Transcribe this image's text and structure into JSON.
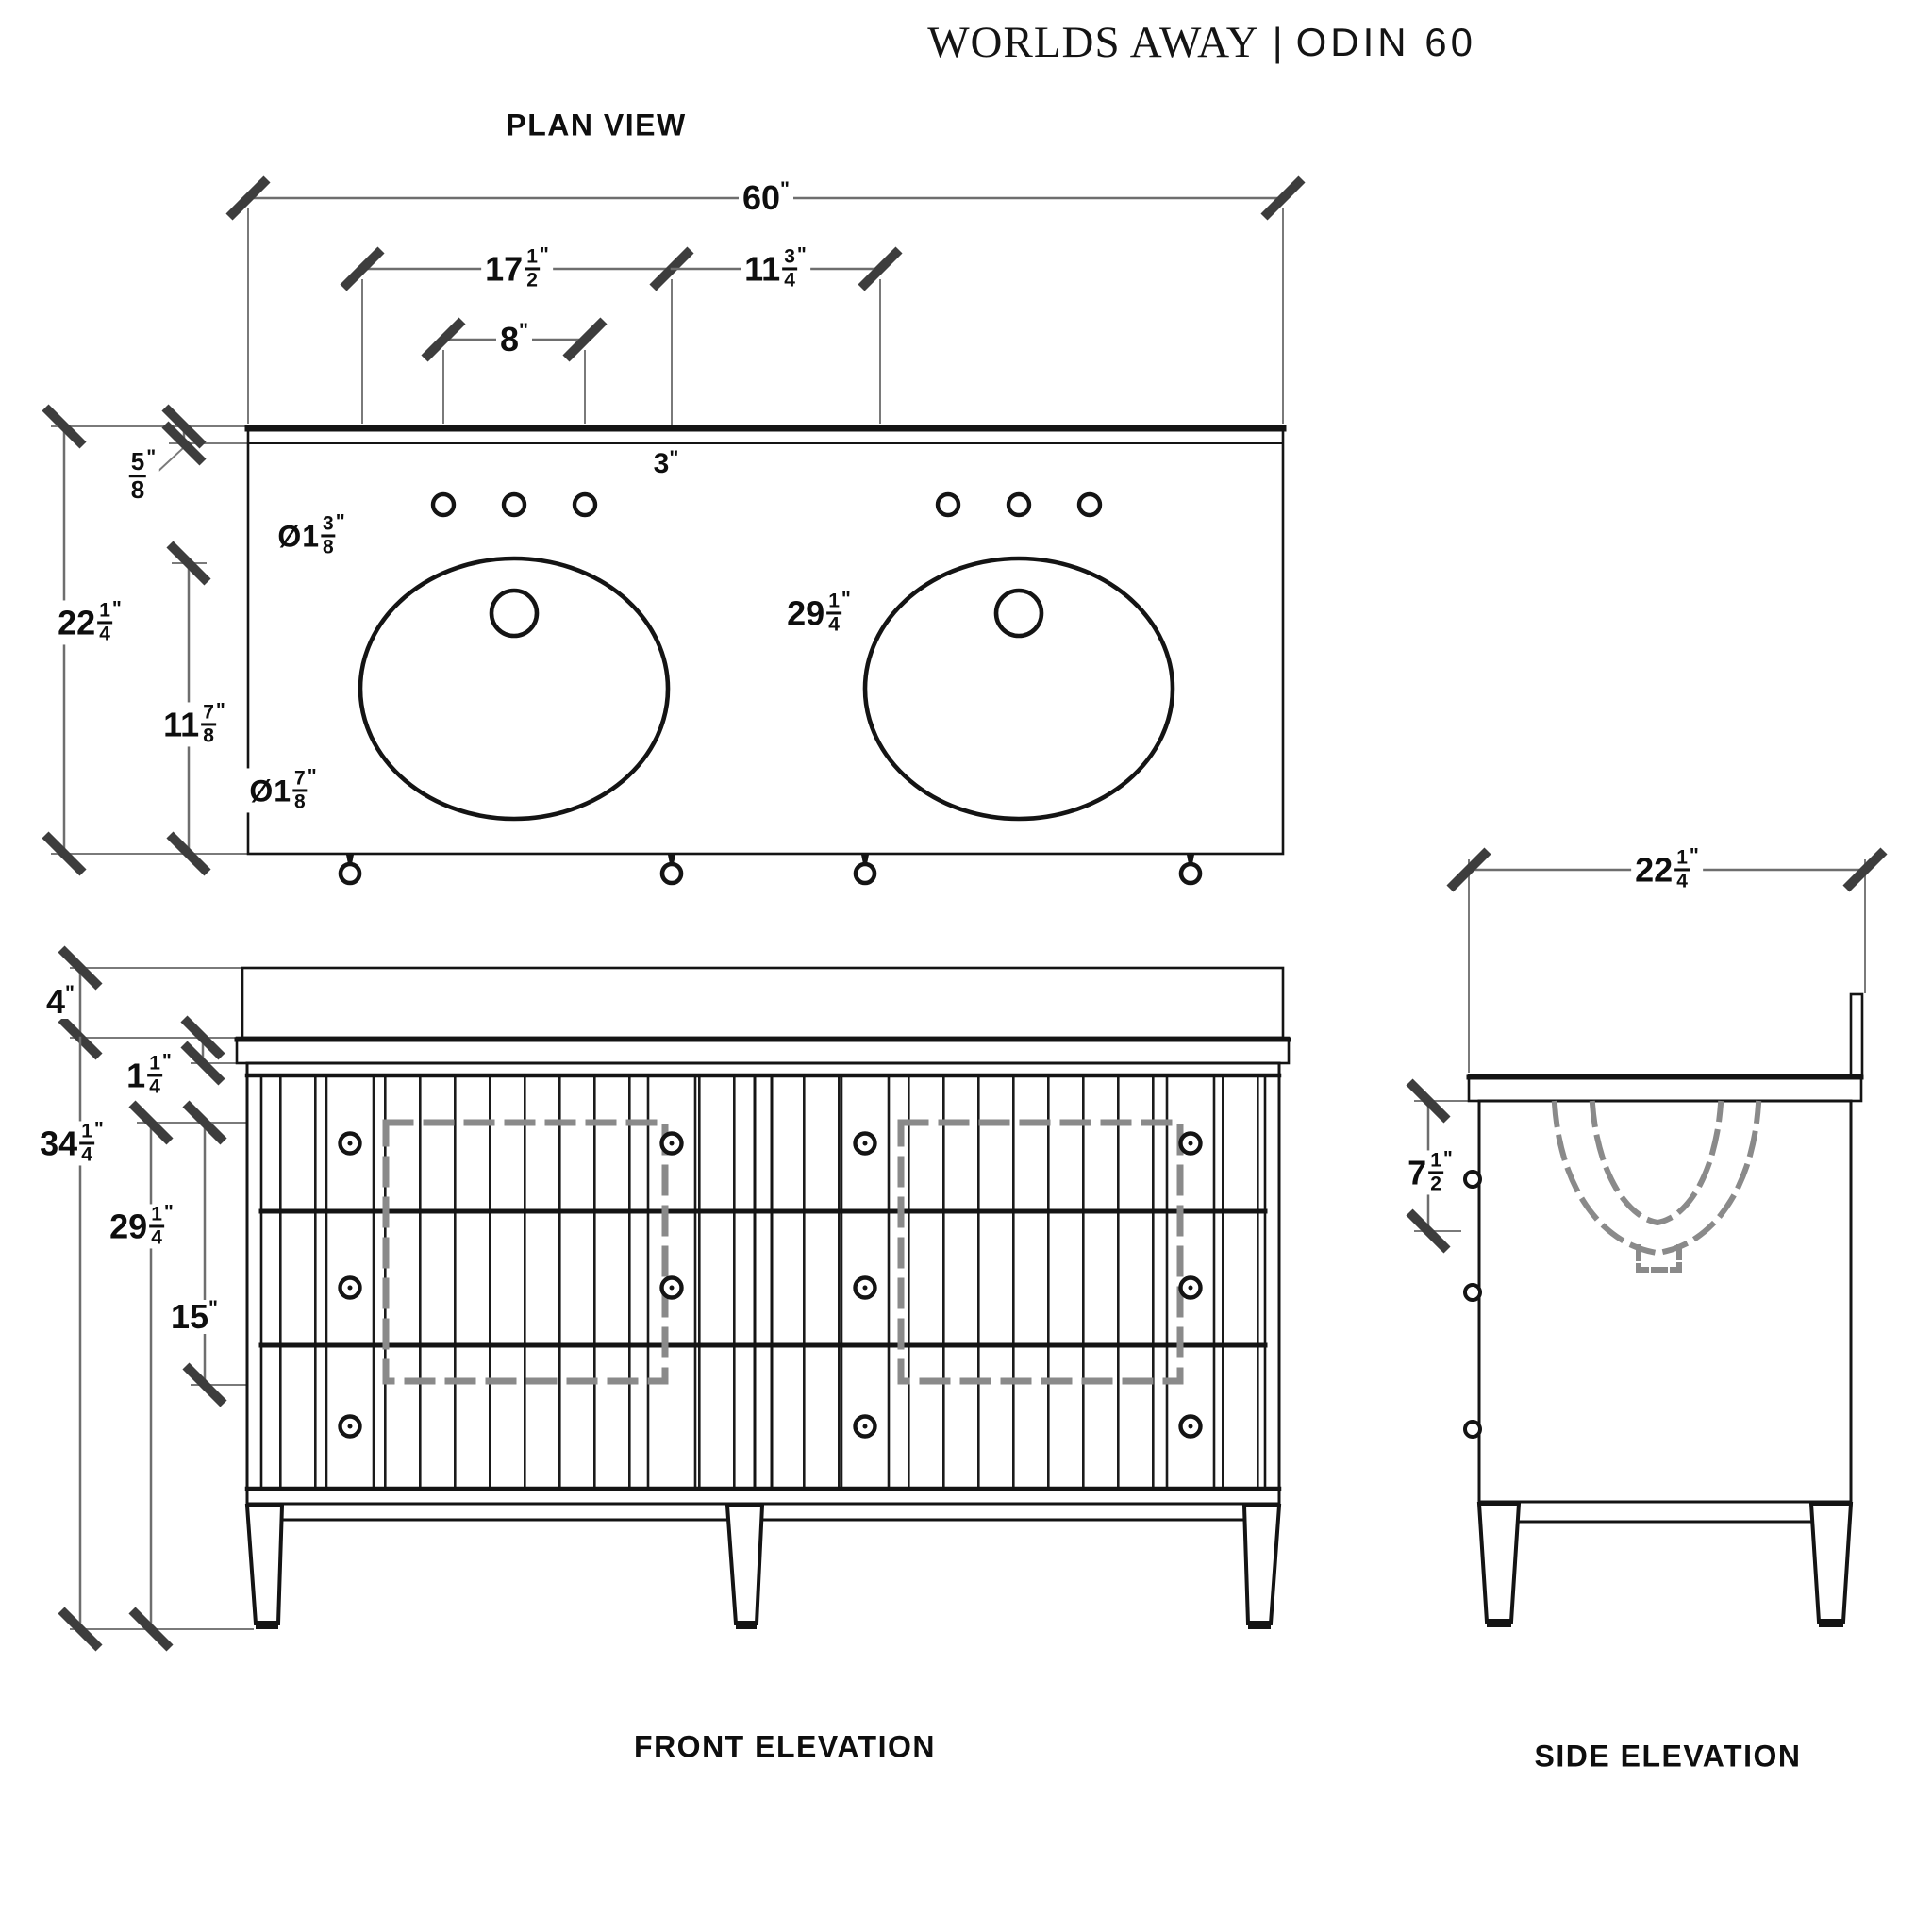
{
  "header": {
    "brand": "WORLDS AWAY",
    "separator": "|",
    "model": "ODIN 60"
  },
  "views": {
    "plan": {
      "title": "PLAN VIEW",
      "dims": {
        "overall_width": {
          "whole": "60",
          "unit": "\""
        },
        "left_span": {
          "whole": "17",
          "num": "1",
          "den": "2",
          "unit": "\""
        },
        "right_span": {
          "whole": "11",
          "num": "3",
          "den": "4",
          "unit": "\""
        },
        "faucet_spread": {
          "whole": "8",
          "unit": "\""
        },
        "back_edge": {
          "num": "5",
          "den": "8",
          "unit": "\""
        },
        "depth": {
          "whole": "22",
          "num": "1",
          "den": "4",
          "unit": "\""
        },
        "sink_offset": {
          "whole": "11",
          "num": "7",
          "den": "8",
          "unit": "\""
        },
        "faucet_hole_diameter": {
          "prefix": "Ø",
          "whole": "1",
          "num": "3",
          "den": "8",
          "unit": "\""
        },
        "hole_gap": {
          "whole": "3",
          "unit": "\""
        },
        "drain_diameter": {
          "prefix": "Ø",
          "whole": "1",
          "num": "7",
          "den": "8",
          "unit": "\""
        },
        "sink_centers": {
          "whole": "29",
          "num": "1",
          "den": "4",
          "unit": "\""
        }
      }
    },
    "front": {
      "title": "FRONT ELEVATION",
      "dims": {
        "backsplash_height": {
          "whole": "4",
          "unit": "\""
        },
        "counter_thickness": {
          "whole": "1",
          "num": "1",
          "den": "4",
          "unit": "\""
        },
        "overall_height": {
          "whole": "34",
          "num": "1",
          "den": "4",
          "unit": "\""
        },
        "cabinet_height": {
          "whole": "29",
          "num": "1",
          "den": "4",
          "unit": "\""
        },
        "drawer_section": {
          "whole": "15",
          "unit": "\""
        }
      }
    },
    "side": {
      "title": "SIDE ELEVATION",
      "dims": {
        "depth": {
          "whole": "22",
          "num": "1",
          "den": "4",
          "unit": "\""
        },
        "bowl_depth": {
          "whole": "7",
          "num": "1",
          "den": "2",
          "unit": "\""
        }
      }
    }
  }
}
